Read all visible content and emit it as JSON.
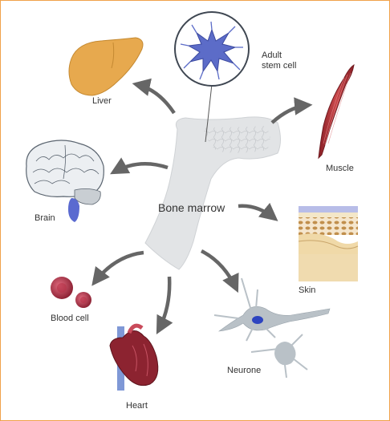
{
  "diagram": {
    "center_label": "Bone marrow",
    "labels": {
      "stem_cell_line1": "Adult",
      "stem_cell_line2": "stem cell",
      "liver": "Liver",
      "muscle": "Muscle",
      "brain": "Brain",
      "skin": "Skin",
      "blood_cell": "Blood cell",
      "neurone": "Neurone",
      "heart": "Heart"
    },
    "icons": {
      "stem_cell": "stem-cell-icon",
      "liver": "liver-icon",
      "muscle": "muscle-icon",
      "brain": "brain-icon",
      "skin": "skin-layers-icon",
      "blood_cell": "blood-cells-icon",
      "neurone": "neurone-icon",
      "heart": "heart-icon",
      "bone": "bone-icon"
    },
    "colors": {
      "frame_border": "#f0a24a",
      "arrow": "#666666",
      "bone": "#e2e4e6",
      "stem_cell": "#5c6cc8",
      "liver": "#e7a94e",
      "muscle": "#b43a3c",
      "brain": "#e9ecef",
      "brainstem": "#5a6ad0",
      "blood": "#b83a4e",
      "neurone": "#b9c1c7",
      "heart": "#8c2330",
      "skin": "#e9c68f"
    }
  }
}
